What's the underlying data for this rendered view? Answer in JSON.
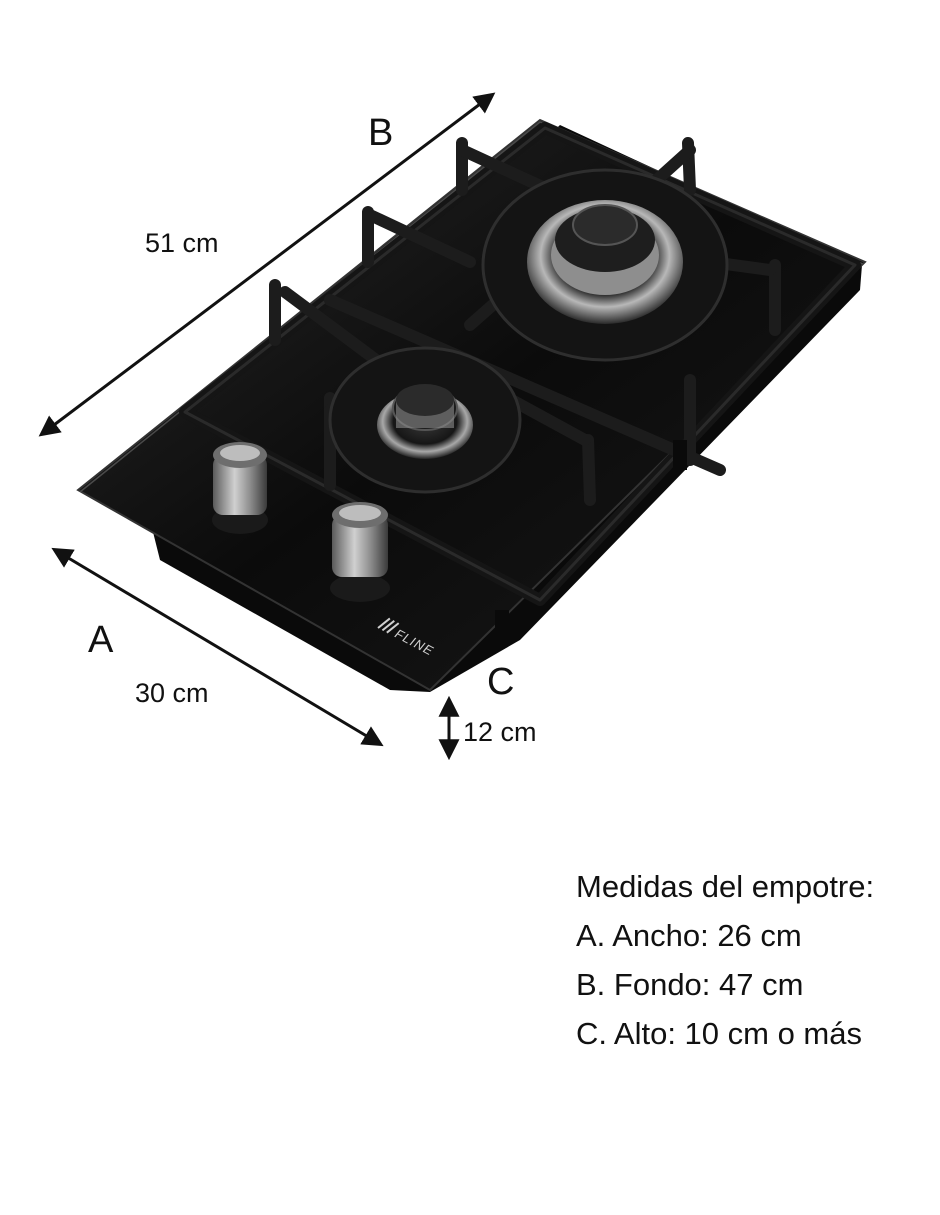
{
  "dimensions": {
    "depth": {
      "letter": "B",
      "value": "51 cm"
    },
    "width": {
      "letter": "A",
      "value": "30 cm"
    },
    "height": {
      "letter": "C",
      "value": "12 cm"
    }
  },
  "product": {
    "brand": "FLINE",
    "burners": 2,
    "knobs": 2
  },
  "specs": {
    "title": "Medidas del empotre:",
    "lines": [
      "A. Ancho: 26 cm",
      "B. Fondo: 47 cm",
      "C. Alto: 10 cm o más"
    ]
  },
  "colors": {
    "glass_top": "#0d0d0d",
    "grate": "#1c1c1c",
    "burner_metal": "#9a9a9a",
    "arrows": "#111111",
    "brand_text": "#cfcfcf"
  }
}
